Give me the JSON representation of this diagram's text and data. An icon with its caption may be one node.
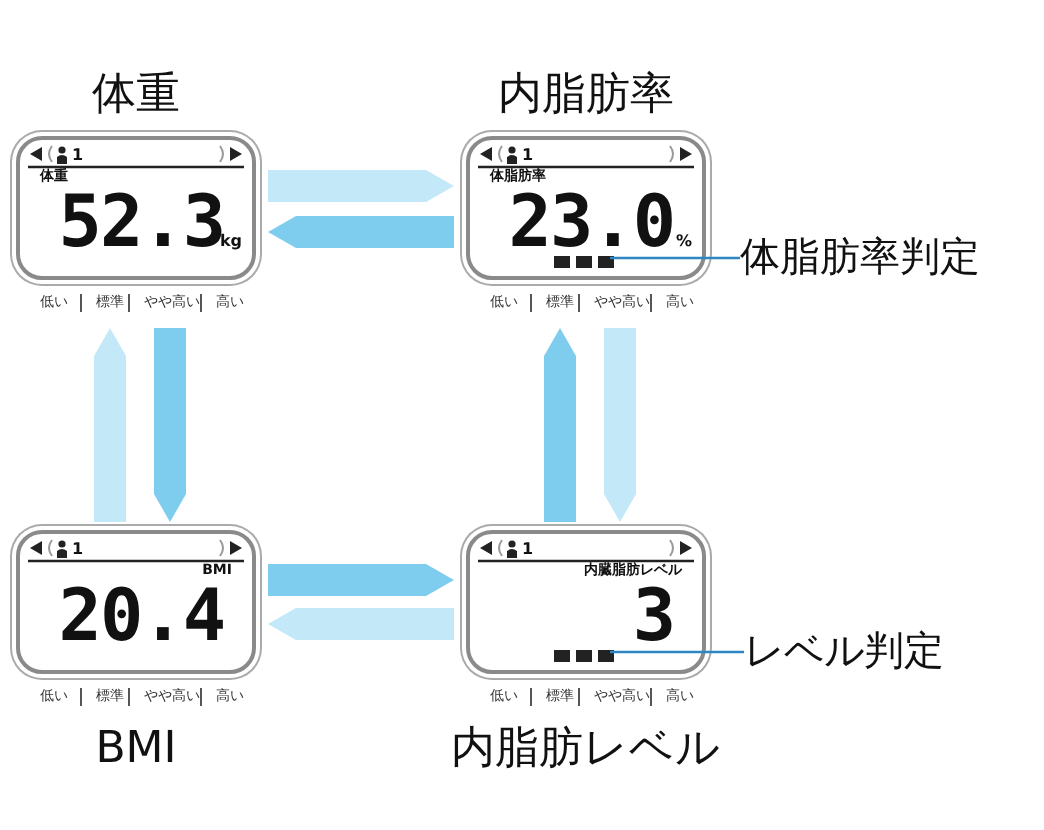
{
  "diagram": {
    "nodes": [
      {
        "text": [
          "体重",
          "1",
          "体重",
          "52.3",
          "kg",
          "低い",
          "標準",
          "やや高い",
          "高い"
        ]
      },
      {
        "text": [
          "内脂肪率",
          "1",
          "体脂肪率",
          "23.0",
          "%",
          "低い",
          "標準",
          "やや高い",
          "高い"
        ]
      },
      {
        "text": [],
        "shape": "bar",
        "in": 1
      },
      {
        "text": [
          "体脂肪率判定"
        ]
      },
      {
        "text": [
          "1",
          "BMI",
          "20.4",
          "低い",
          "標準",
          "やや高い",
          "高い",
          "BMI"
        ]
      },
      {
        "text": [
          "1",
          "内臓脂肪レベル",
          "3",
          "低い",
          "標準",
          "やや高い",
          "高い",
          "内脂肪レベル"
        ]
      },
      {
        "text": [],
        "shape": "bar",
        "in": 5
      },
      {
        "text": [
          "レベル判定"
        ]
      }
    ],
    "edges": [
      {
        "from": 0,
        "to": 1,
        "arrow": "to",
        "style": "thick",
        "color": "#c3e8f8"
      },
      {
        "from": 1,
        "to": 0,
        "arrow": "to",
        "style": "thick",
        "color": "#7fcdee"
      },
      {
        "from": 4,
        "to": 0,
        "arrow": "to",
        "style": "thick",
        "color": "#c3e8f8"
      },
      {
        "from": 0,
        "to": 4,
        "arrow": "to",
        "style": "thick",
        "color": "#7fcdee"
      },
      {
        "from": 5,
        "to": 1,
        "arrow": "to",
        "style": "thick",
        "color": "#7fcdee"
      },
      {
        "from": 1,
        "to": 5,
        "arrow": "to",
        "style": "thick",
        "color": "#c3e8f8"
      },
      {
        "from": 4,
        "to": 5,
        "arrow": "to",
        "style": "thick",
        "color": "#7fcdee"
      },
      {
        "from": 5,
        "to": 4,
        "arrow": "to",
        "style": "thick",
        "color": "#c3e8f8"
      },
      {
        "from": 3,
        "to": 2,
        "arrow": "none",
        "color": "#2f86c4"
      },
      {
        "from": 7,
        "to": 6,
        "arrow": "none",
        "color": "#2f86c4"
      }
    ]
  }
}
